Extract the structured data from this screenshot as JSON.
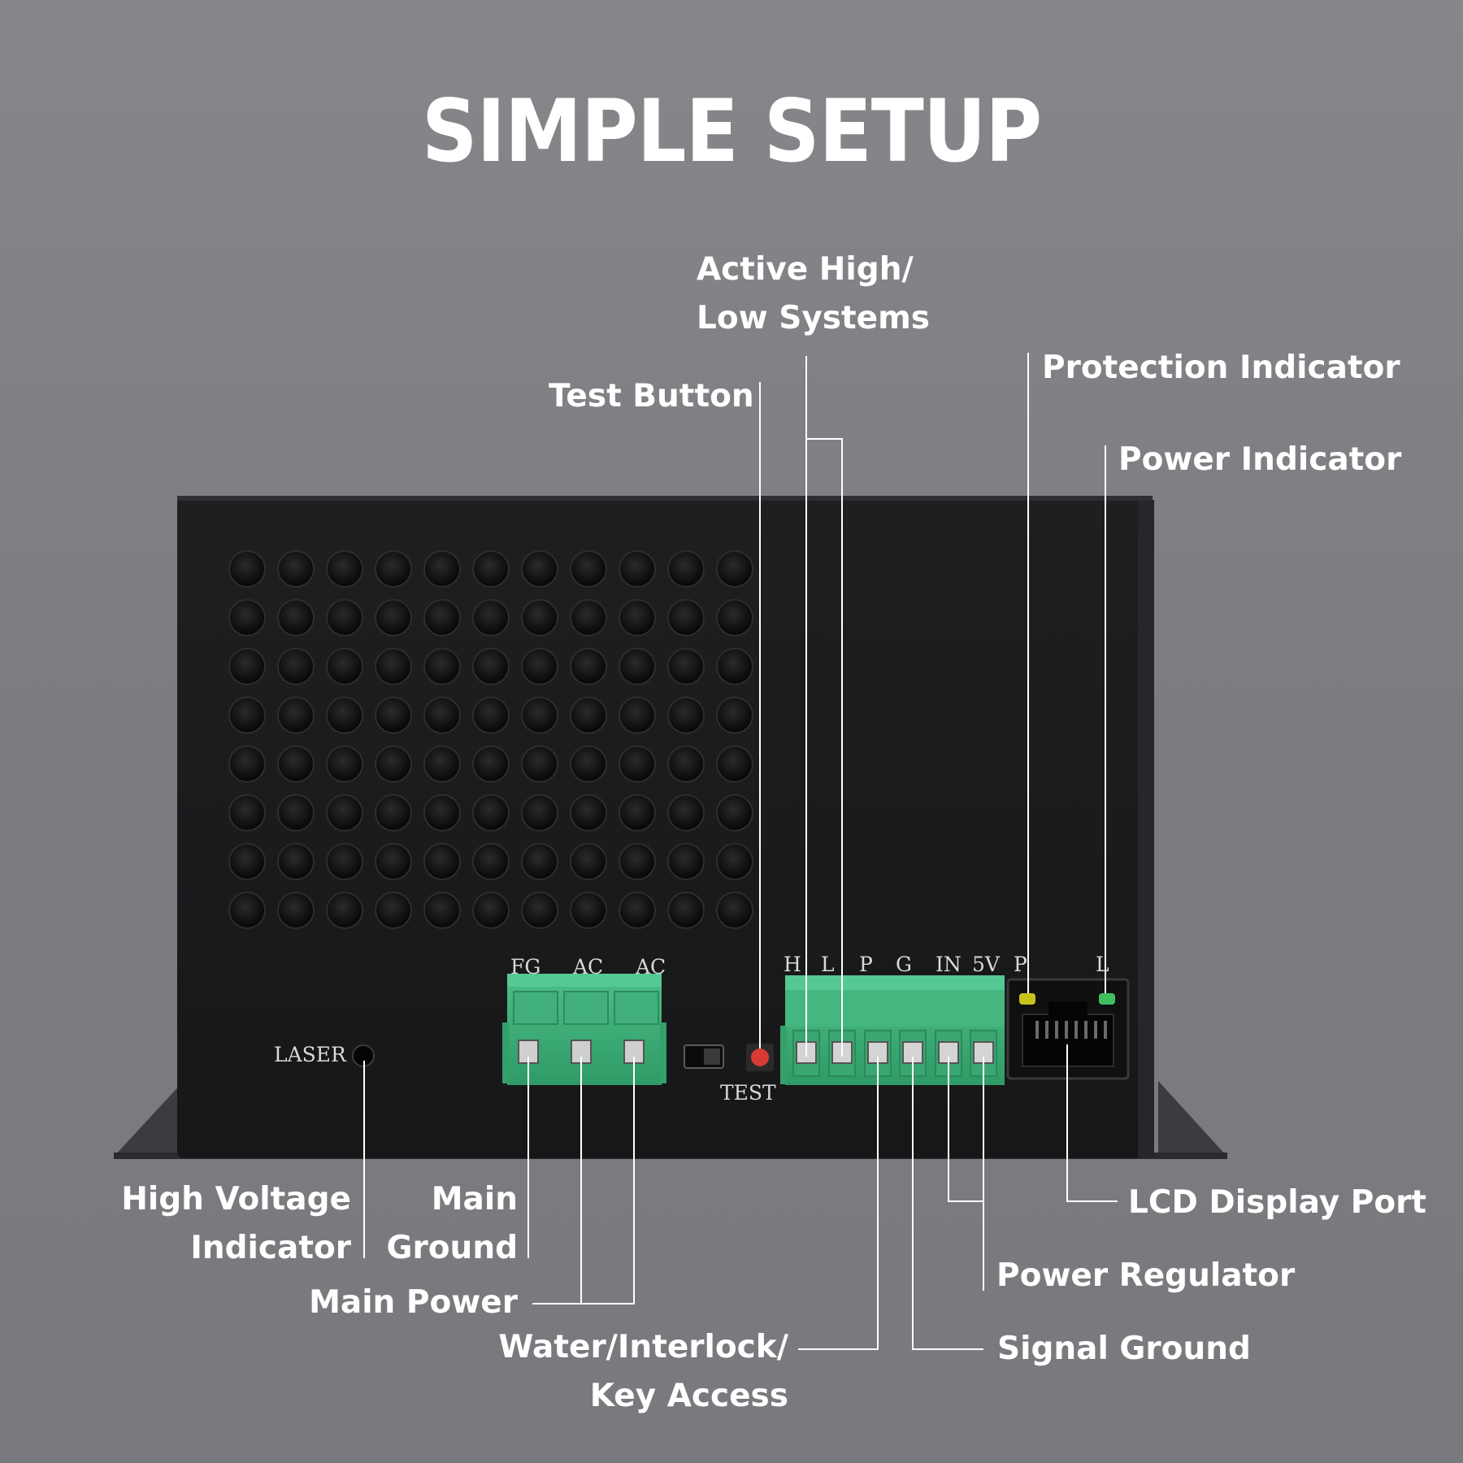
{
  "title": "SIMPLE SETUP",
  "callouts": {
    "active_high_low": [
      "Active High/",
      "Low Systems"
    ],
    "test_button": "Test Button",
    "protection_indicator": "Protection Indicator",
    "power_indicator": "Power Indicator",
    "high_voltage_indicator": [
      "High Voltage",
      "Indicator"
    ],
    "main_ground": [
      "Main",
      "Ground"
    ],
    "main_power": "Main Power",
    "water_interlock": [
      "Water/Interlock/",
      "Key Access"
    ],
    "lcd_display_port": "LCD Display Port",
    "power_regulator": "Power Regulator",
    "signal_ground": "Signal Ground"
  },
  "panel_markings": {
    "laser": "LASER",
    "test": "TEST",
    "ac_terminals": [
      "FG",
      "AC",
      "AC"
    ],
    "signal_terminals": [
      "H",
      "L",
      "P",
      "G",
      "IN",
      "5V"
    ],
    "indicators": [
      "P",
      "L"
    ]
  },
  "colors": {
    "background": "#7d7e82",
    "device": "#1a1b1d",
    "terminal_green": "#3fae78",
    "leader_lines": "#ffffff",
    "protection_led": "#c8c21e",
    "power_led": "#3fbf5f",
    "test_button": "#d83a34"
  }
}
